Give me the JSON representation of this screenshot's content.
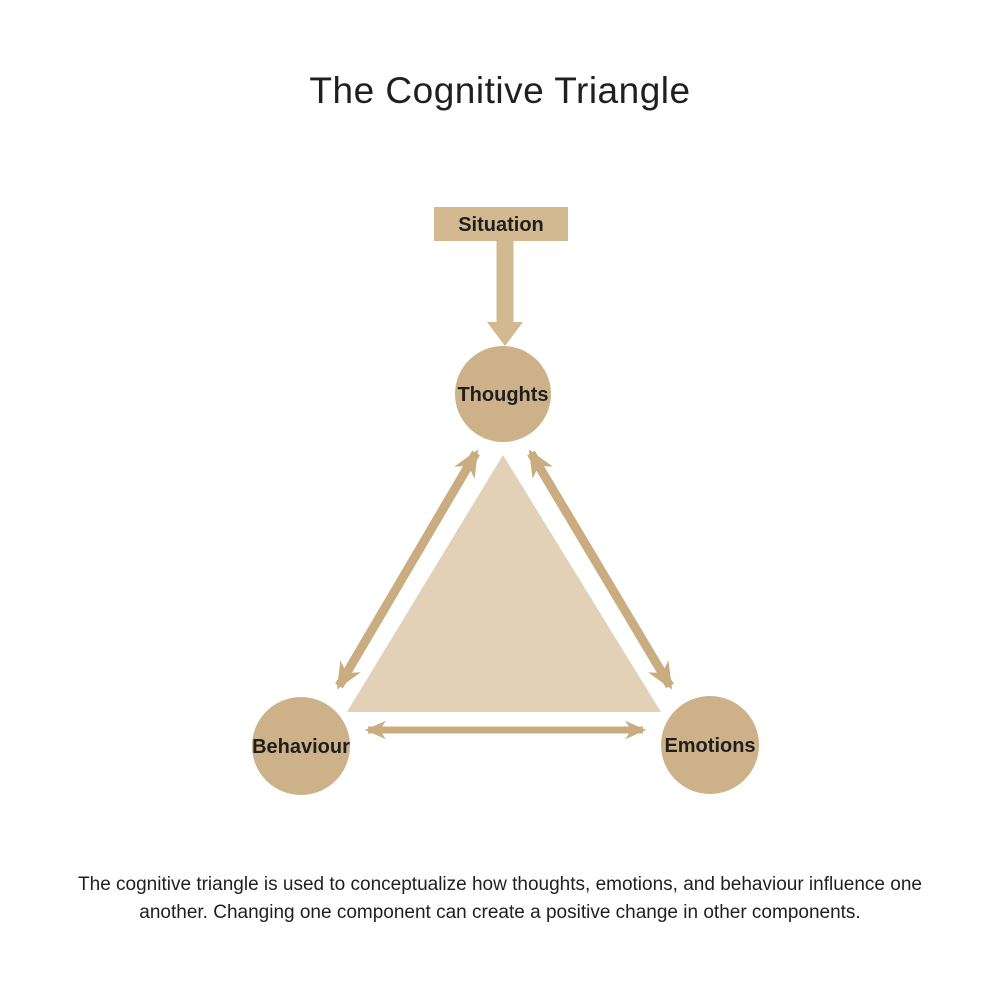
{
  "title": "The Cognitive Triangle",
  "diagram": {
    "situation": {
      "label": "Situation"
    },
    "nodes": [
      {
        "id": "thoughts",
        "label": "Thoughts"
      },
      {
        "id": "behaviour",
        "label": "Behaviour"
      },
      {
        "id": "emotions",
        "label": "Emotions"
      }
    ],
    "arrows": [
      {
        "id": "situation-to-thoughts",
        "from": "Situation",
        "to": "Thoughts",
        "direction": "one-way"
      },
      {
        "id": "thoughts-behaviour",
        "from": "Thoughts",
        "to": "Behaviour",
        "direction": "two-way"
      },
      {
        "id": "thoughts-emotions",
        "from": "Thoughts",
        "to": "Emotions",
        "direction": "two-way"
      },
      {
        "id": "behaviour-emotions",
        "from": "Behaviour",
        "to": "Emotions",
        "direction": "two-way"
      }
    ]
  },
  "caption": {
    "line1": "The cognitive triangle is used to conceptualize how thoughts, emotions, and behaviour influence one",
    "line2": "another. Changing one component can create a positive change in other components."
  },
  "colors": {
    "background": "#ffffff",
    "text": "#1f1f1f",
    "box_fill": "#d3b98f",
    "circle_fill": "#cdb188",
    "triangle_fill": "#e2d1b6",
    "arrow": "#c9ad80"
  }
}
